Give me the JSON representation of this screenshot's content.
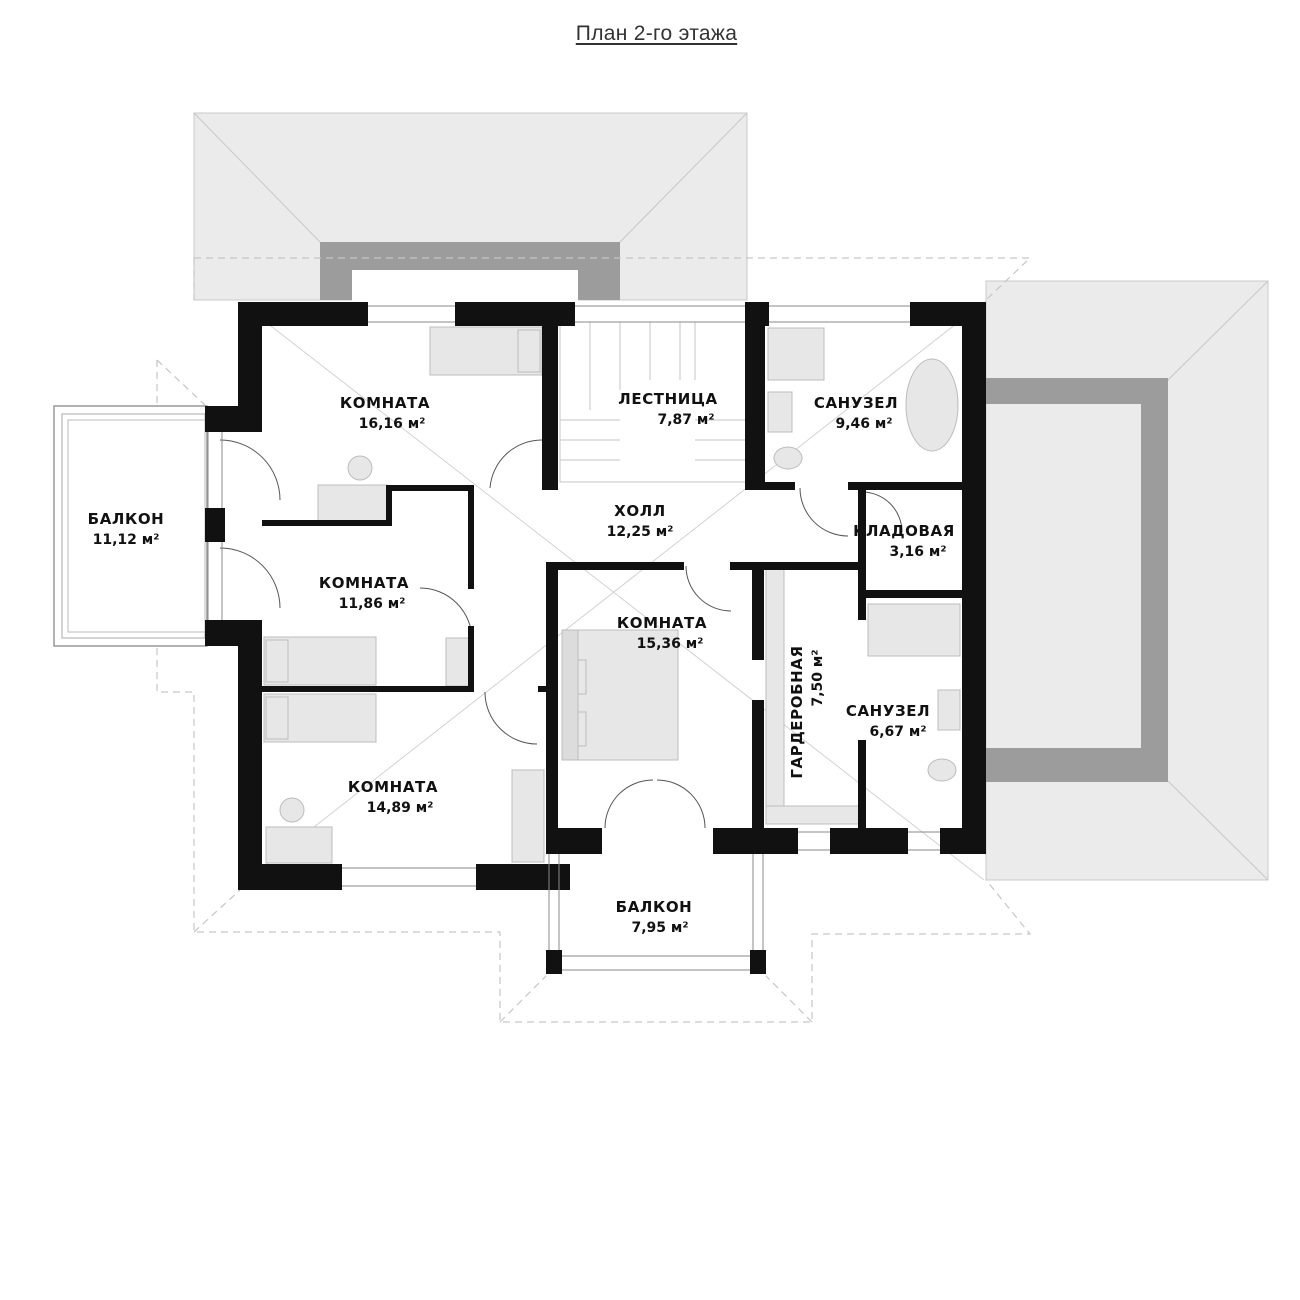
{
  "title": "План 2-го этажа",
  "rooms": [
    {
      "name": "КОМНАТА",
      "area": "16,16 м²"
    },
    {
      "name": "ЛЕСТНИЦА",
      "area": "7,87 м²"
    },
    {
      "name": "САНУЗЕЛ",
      "area": "9,46 м²"
    },
    {
      "name": "БАЛКОН",
      "area": "11,12 м²"
    },
    {
      "name": "ХОЛЛ",
      "area": "12,25 м²"
    },
    {
      "name": "КЛАДОВАЯ",
      "area": "3,16 м²"
    },
    {
      "name": "КОМНАТА",
      "area": "11,86 м²"
    },
    {
      "name": "КОМНАТА",
      "area": "15,36 м²"
    },
    {
      "name": "ГАРДЕРОБНАЯ",
      "area": "7,50 м²"
    },
    {
      "name": "САНУЗЕЛ",
      "area": "6,67 м²"
    },
    {
      "name": "КОМНАТА",
      "area": "14,89 м²"
    },
    {
      "name": "БАЛКОН",
      "area": "7,95 м²"
    }
  ],
  "colors": {
    "wall": "#111111",
    "roof": "#ebebeb",
    "roof_dark": "#9a9a9a",
    "furniture": "#e6e6e6",
    "outline": "#bdbdbd"
  }
}
